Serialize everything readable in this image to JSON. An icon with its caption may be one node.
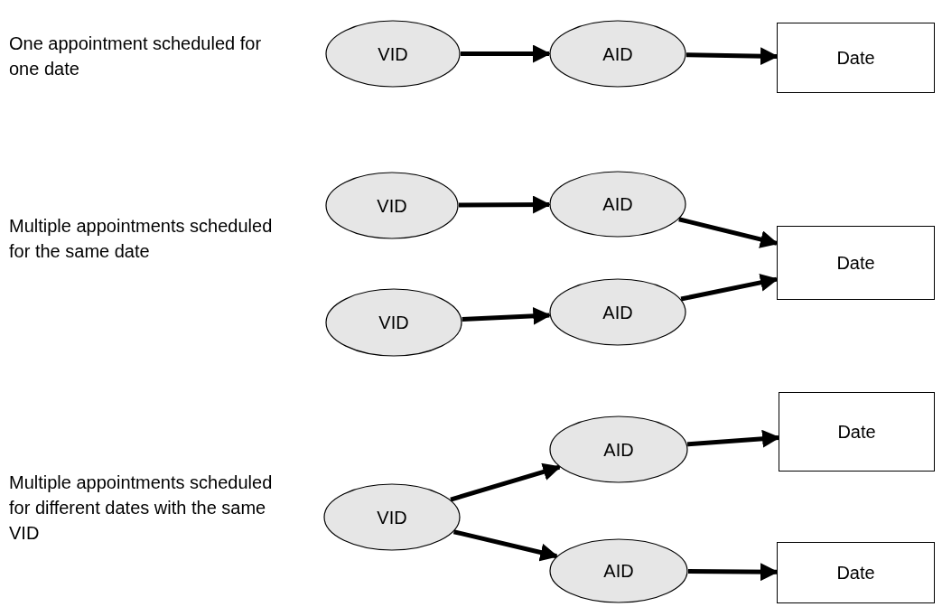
{
  "diagram": {
    "nodes": [
      {
        "text": [
          "VID"
        ]
      },
      {
        "text": [
          "AID"
        ]
      },
      {
        "text": [
          "Date"
        ]
      },
      {
        "text": [
          "VID"
        ]
      },
      {
        "text": [
          "AID"
        ]
      },
      {
        "text": [
          "Date"
        ]
      },
      {
        "text": [
          "VID"
        ]
      },
      {
        "text": [
          "AID"
        ]
      },
      {
        "text": [
          "Date"
        ]
      },
      {
        "text": [
          "AID"
        ]
      },
      {
        "text": [
          "VID"
        ]
      },
      {
        "text": [
          "AID"
        ]
      },
      {
        "text": [
          "Date"
        ]
      }
    ],
    "edges": [
      {
        "from": 0,
        "to": 1,
        "arrow": "to"
      },
      {
        "from": 1,
        "to": 2,
        "arrow": "to"
      },
      {
        "from": 3,
        "to": 4,
        "arrow": "to"
      },
      {
        "from": 4,
        "to": 5,
        "arrow": "to"
      },
      {
        "from": 6,
        "to": 7,
        "arrow": "to"
      },
      {
        "from": 7,
        "to": 5,
        "arrow": "to"
      },
      {
        "from": 10,
        "to": 9,
        "arrow": "to"
      },
      {
        "from": 10,
        "to": 11,
        "arrow": "to"
      },
      {
        "from": 9,
        "to": 8,
        "arrow": "to"
      },
      {
        "from": 11,
        "to": 12,
        "arrow": "to"
      }
    ],
    "labels": [
      "One appointment scheduled for one date",
      "Multiple appointments scheduled for the same date",
      "Multiple appointments scheduled for different dates with the same VID"
    ]
  }
}
